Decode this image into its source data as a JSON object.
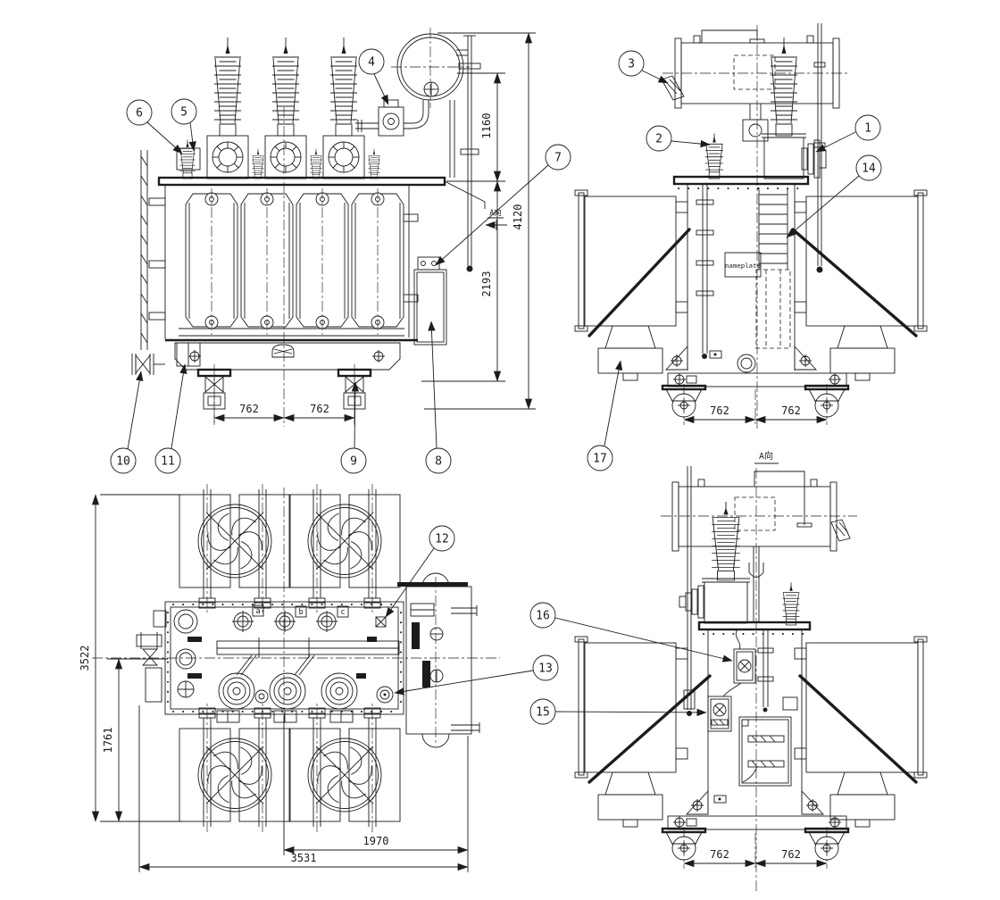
{
  "colors": {
    "background": "#ffffff",
    "line": "#1c1c1c"
  },
  "callouts": [
    "1",
    "2",
    "3",
    "4",
    "5",
    "6",
    "7",
    "8",
    "9",
    "10",
    "11",
    "12",
    "13",
    "14",
    "15",
    "16",
    "17"
  ],
  "labels": {
    "view_direction_marker": "A向",
    "a_view_title": "A向",
    "nameplate": "nameplate",
    "phase_labels": [
      "a",
      "b",
      "c"
    ]
  },
  "dimensions": {
    "front": {
      "conservator_height": "1160",
      "overall_height": "4120",
      "body_height": "2193",
      "track_left": "762",
      "track_right": "762"
    },
    "side": {
      "track_left": "762",
      "track_right": "762"
    },
    "plan": {
      "overall_width": "3522",
      "half_width": "1761",
      "partial_length": "1970",
      "overall_length": "3531"
    },
    "a_view": {
      "track_left": "762",
      "track_right": "762"
    }
  }
}
